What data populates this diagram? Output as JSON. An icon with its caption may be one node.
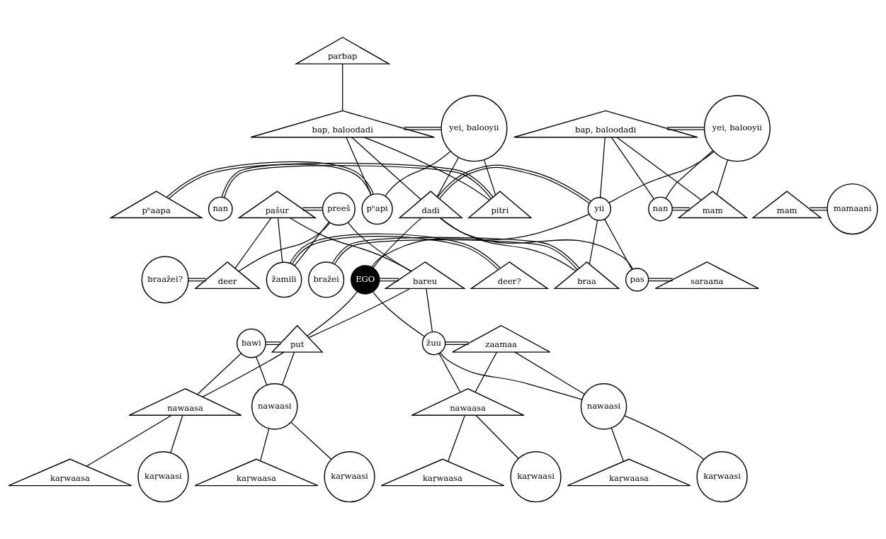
{
  "diagram": {
    "nodes": [
      {
        "text": [
          "parbap"
        ]
      },
      {
        "text": [
          "bap, baloodadi"
        ]
      },
      {
        "text": [
          "yei, balooyii"
        ]
      },
      {
        "text": [
          "bap, baloodadi"
        ]
      },
      {
        "text": [
          "yei, balooyii"
        ]
      },
      {
        "text": [
          "pʰaapa"
        ]
      },
      {
        "text": [
          "pʰapi"
        ]
      },
      {
        "text": [
          "nan"
        ]
      },
      {
        "text": [
          "pitri"
        ]
      },
      {
        "text": [
          "dadi"
        ]
      },
      {
        "text": [
          "yii"
        ]
      },
      {
        "text": [
          "nan"
        ]
      },
      {
        "text": [
          "mam"
        ]
      },
      {
        "text": [
          "mam"
        ]
      },
      {
        "text": [
          "mamaani"
        ]
      },
      {
        "text": [
          "pašur"
        ]
      },
      {
        "text": [
          "preeš"
        ]
      },
      {
        "text": [
          "pas"
        ]
      },
      {
        "text": [
          "saraana"
        ]
      },
      {
        "text": [
          "bražei"
        ]
      },
      {
        "text": [
          "braa"
        ]
      },
      {
        "text": [
          "EGO"
        ]
      },
      {
        "text": [
          "bareu"
        ]
      },
      {
        "text": [
          "žamili"
        ]
      },
      {
        "text": [
          "deer?"
        ]
      },
      {
        "text": [
          "braažei?"
        ]
      },
      {
        "text": [
          "deer"
        ]
      },
      {
        "text": [
          "bawi"
        ]
      },
      {
        "text": [
          "put"
        ]
      },
      {
        "text": [
          "žuu"
        ]
      },
      {
        "text": [
          "zaamaa"
        ]
      },
      {
        "text": [
          "nawaasa"
        ]
      },
      {
        "text": [
          "nawaasi"
        ]
      },
      {
        "text": [
          "nawaasa"
        ]
      },
      {
        "text": [
          "nawaasi"
        ]
      },
      {
        "text": [
          "kaṛwaasa"
        ]
      },
      {
        "text": [
          "kaṛwaasi"
        ]
      },
      {
        "text": [
          "kaṛwaasa"
        ]
      },
      {
        "text": [
          "kaṛwaasi"
        ]
      },
      {
        "text": [
          "kaṛwaasa"
        ]
      },
      {
        "text": [
          "kaṛwaasi"
        ]
      },
      {
        "text": [
          "kaṛwaasa"
        ]
      },
      {
        "text": [
          "kaṛwaasi"
        ]
      }
    ],
    "edges": [
      {
        "from": 0,
        "to": 1,
        "arrow": "none"
      },
      {
        "from": 1,
        "to": 2,
        "arrow": "none"
      },
      {
        "from": 3,
        "to": 4,
        "arrow": "none"
      },
      {
        "from": 1,
        "to": 6,
        "arrow": "none"
      },
      {
        "from": 2,
        "to": 6,
        "arrow": "none"
      },
      {
        "from": 1,
        "to": 8,
        "arrow": "none"
      },
      {
        "from": 2,
        "to": 8,
        "arrow": "none"
      },
      {
        "from": 1,
        "to": 9,
        "arrow": "none"
      },
      {
        "from": 2,
        "to": 9,
        "arrow": "none"
      },
      {
        "from": 3,
        "to": 10,
        "arrow": "none"
      },
      {
        "from": 4,
        "to": 10,
        "arrow": "none"
      },
      {
        "from": 3,
        "to": 11,
        "arrow": "none"
      },
      {
        "from": 4,
        "to": 11,
        "arrow": "none"
      },
      {
        "from": 3,
        "to": 12,
        "arrow": "none"
      },
      {
        "from": 4,
        "to": 12,
        "arrow": "none"
      },
      {
        "from": 5,
        "to": 6,
        "arrow": "none"
      },
      {
        "from": 7,
        "to": 8,
        "arrow": "none"
      },
      {
        "from": 9,
        "to": 10,
        "arrow": "none"
      },
      {
        "from": 11,
        "to": 12,
        "arrow": "none"
      },
      {
        "from": 13,
        "to": 14,
        "arrow": "none"
      },
      {
        "from": 15,
        "to": 16,
        "arrow": "none"
      },
      {
        "from": 9,
        "to": 17,
        "arrow": "none"
      },
      {
        "from": 10,
        "to": 17,
        "arrow": "none"
      },
      {
        "from": 9,
        "to": 20,
        "arrow": "none"
      },
      {
        "from": 10,
        "to": 20,
        "arrow": "none"
      },
      {
        "from": 9,
        "to": 21,
        "arrow": "none"
      },
      {
        "from": 10,
        "to": 21,
        "arrow": "none"
      },
      {
        "from": 15,
        "to": 22,
        "arrow": "none"
      },
      {
        "from": 16,
        "to": 22,
        "arrow": "none"
      },
      {
        "from": 15,
        "to": 23,
        "arrow": "none"
      },
      {
        "from": 16,
        "to": 23,
        "arrow": "none"
      },
      {
        "from": 15,
        "to": 26,
        "arrow": "none"
      },
      {
        "from": 16,
        "to": 26,
        "arrow": "none"
      },
      {
        "from": 17,
        "to": 18,
        "arrow": "none"
      },
      {
        "from": 19,
        "to": 20,
        "arrow": "none"
      },
      {
        "from": 21,
        "to": 22,
        "arrow": "none"
      },
      {
        "from": 23,
        "to": 24,
        "arrow": "none"
      },
      {
        "from": 25,
        "to": 26,
        "arrow": "none"
      },
      {
        "from": 21,
        "to": 28,
        "arrow": "none"
      },
      {
        "from": 22,
        "to": 28,
        "arrow": "none"
      },
      {
        "from": 21,
        "to": 29,
        "arrow": "none"
      },
      {
        "from": 22,
        "to": 29,
        "arrow": "none"
      },
      {
        "from": 27,
        "to": 28,
        "arrow": "none"
      },
      {
        "from": 29,
        "to": 30,
        "arrow": "none"
      },
      {
        "from": 27,
        "to": 31,
        "arrow": "none"
      },
      {
        "from": 28,
        "to": 31,
        "arrow": "none"
      },
      {
        "from": 27,
        "to": 32,
        "arrow": "none"
      },
      {
        "from": 28,
        "to": 32,
        "arrow": "none"
      },
      {
        "from": 29,
        "to": 33,
        "arrow": "none"
      },
      {
        "from": 30,
        "to": 33,
        "arrow": "none"
      },
      {
        "from": 29,
        "to": 34,
        "arrow": "none"
      },
      {
        "from": 30,
        "to": 34,
        "arrow": "none"
      },
      {
        "from": 31,
        "to": 35,
        "arrow": "none"
      },
      {
        "from": 31,
        "to": 36,
        "arrow": "none"
      },
      {
        "from": 32,
        "to": 37,
        "arrow": "none"
      },
      {
        "from": 32,
        "to": 38,
        "arrow": "none"
      },
      {
        "from": 33,
        "to": 39,
        "arrow": "none"
      },
      {
        "from": 33,
        "to": 40,
        "arrow": "none"
      },
      {
        "from": 34,
        "to": 41,
        "arrow": "none"
      },
      {
        "from": 34,
        "to": 42,
        "arrow": "none"
      }
    ]
  }
}
